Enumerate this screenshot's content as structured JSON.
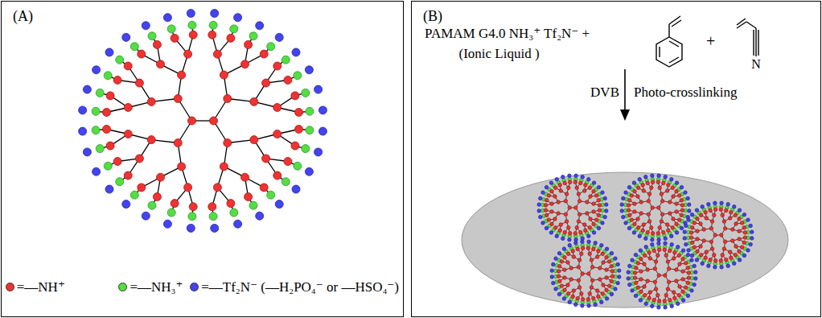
{
  "diagram": {
    "nodes": [
      {
        "text": [
          "(A)"
        ]
      },
      {
        "text": [
          "(B)"
        ]
      }
    ],
    "labels": [
      "PAMAM G4.0 NH₃⁺ Tf₂N⁻ +",
      "(Ionic Liquid )",
      "+",
      "N",
      "DVB",
      "Photo-crosslinking"
    ],
    "legend": [
      {
        "text": "=—NH⁺",
        "color": "#ee3333"
      },
      {
        "text": "=—NH₃⁺",
        "color": "#55dd44"
      },
      {
        "text": "=—Tf₂N⁻ (—H₂PO₄⁻ or —HSO₄⁻)",
        "color": "#4444ee"
      }
    ]
  }
}
